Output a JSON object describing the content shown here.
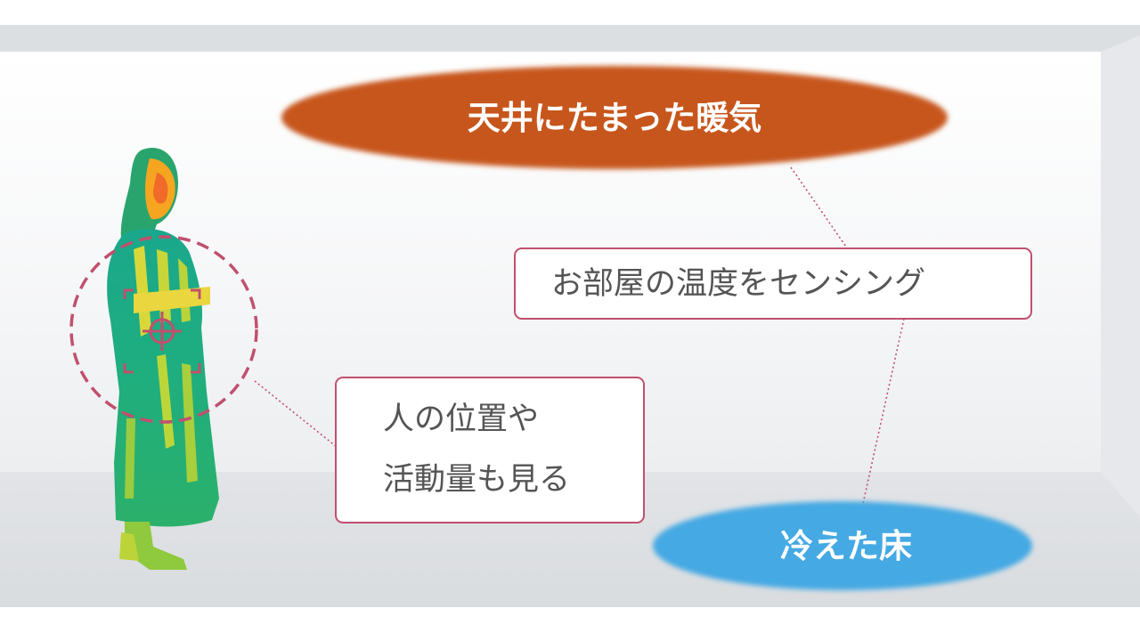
{
  "warm_air": {
    "text": "天井にたまった暖気",
    "color": "#c7561e"
  },
  "sensing": {
    "text": "お部屋の温度をセンシング"
  },
  "person_detect": {
    "line1": "人の位置や",
    "line2": "活動量も見る"
  },
  "cold_floor": {
    "text": "冷えた床",
    "color": "#45a9e3"
  },
  "accent": "#c0506e"
}
